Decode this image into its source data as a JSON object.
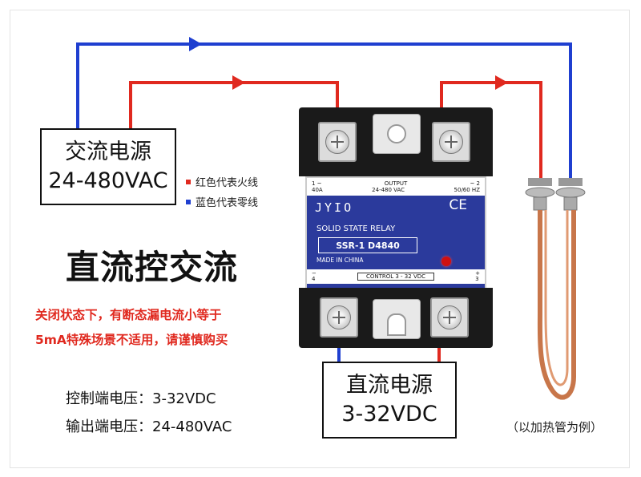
{
  "ac_source": {
    "line1": "交流电源",
    "line2": "24-480VAC"
  },
  "legend": {
    "red": {
      "text": "红色代表火线",
      "color": "#e0291f"
    },
    "blue": {
      "text": "蓝色代表零线",
      "color": "#1f3fd0"
    }
  },
  "title": "直流控交流",
  "warning": {
    "line1": "关闭状态下，有断态漏电流小等于",
    "line2": "5mA特殊场景不适用，请谨慎购买"
  },
  "specs": {
    "control": "控制端电压：3-32VDC",
    "output": "输出端电压：24-480VAC"
  },
  "dc_source": {
    "line1": "直流电源",
    "line2": "3-32VDC"
  },
  "caption": "（以加热管为例）",
  "relay": {
    "strip_top": {
      "left": "1 ~",
      "output": "OUTPUT",
      "right": "~ 2",
      "current": "40A",
      "voltage": "24-480  VAC",
      "freq": "50/60  HZ"
    },
    "brand": "JYIO",
    "ce": "CE",
    "name": "SOLID STATE RELAY",
    "model": "SSR-1 D4840",
    "made": "MADE IN CHINA",
    "strip_bot": {
      "left": "−\n4",
      "control": "CONTROL 3 - 32 VDC",
      "right": "+\n3"
    }
  },
  "colors": {
    "wire_red": "#e0291f",
    "wire_blue": "#1f3fd0",
    "copper": "#c8764a"
  }
}
